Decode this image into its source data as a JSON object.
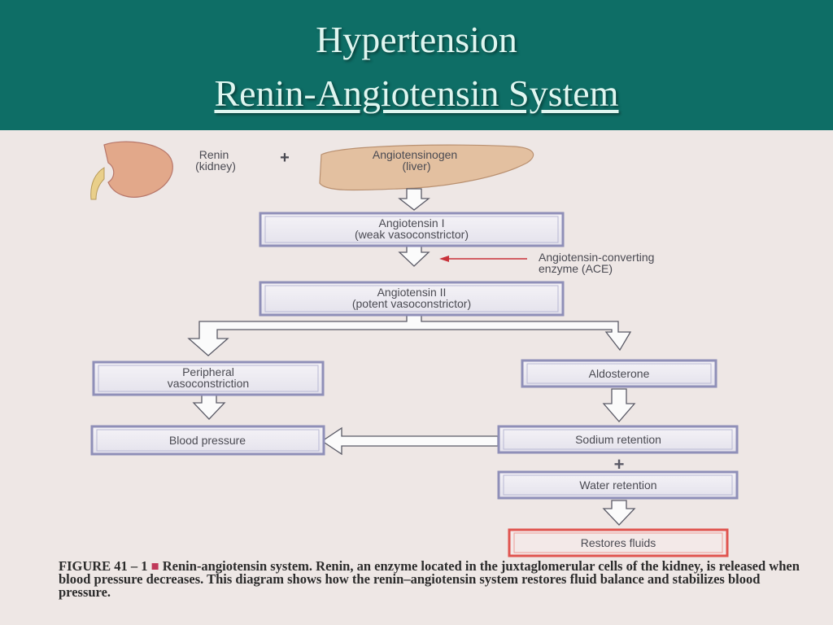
{
  "slide": {
    "title_line1": "Hypertension",
    "title_line2": "Renin-Angiotensin System"
  },
  "diagram": {
    "renin": [
      "Renin",
      "(kidney)"
    ],
    "plus_top": "+",
    "angiotensinogen": [
      "Angiotensinogen",
      "(liver)"
    ],
    "angiotensin_1": [
      "Angiotensin I",
      "(weak vasoconstrictor)"
    ],
    "ace": [
      "Angiotensin-converting",
      "enzyme (ACE)"
    ],
    "angiotensin_2": [
      "Angiotensin II",
      "(potent vasoconstrictor)"
    ],
    "peripheral": [
      "Peripheral",
      "vasoconstriction"
    ],
    "aldosterone": "Aldosterone",
    "blood_pressure": "Blood pressure",
    "sodium": "Sodium retention",
    "plus_bottom": "+",
    "water": "Water retention",
    "restores": "Restores fluids"
  },
  "caption": {
    "label": "FIGURE 41 – 1",
    "marker": "■",
    "text": "Renin-angiotensin system. Renin, an enzyme located in the juxtaglomerular cells of the kidney, is released when blood pressure decreases. This diagram shows how the renin–angiotensin system restores fluid balance and stabilizes blood pressure."
  },
  "colors": {
    "header_bg": "#0e6e66",
    "panel_bg": "#eee7e5",
    "box_border": "#8f8fb8",
    "restores_border": "#e0544f",
    "ace_arrow": "#c8323a"
  }
}
